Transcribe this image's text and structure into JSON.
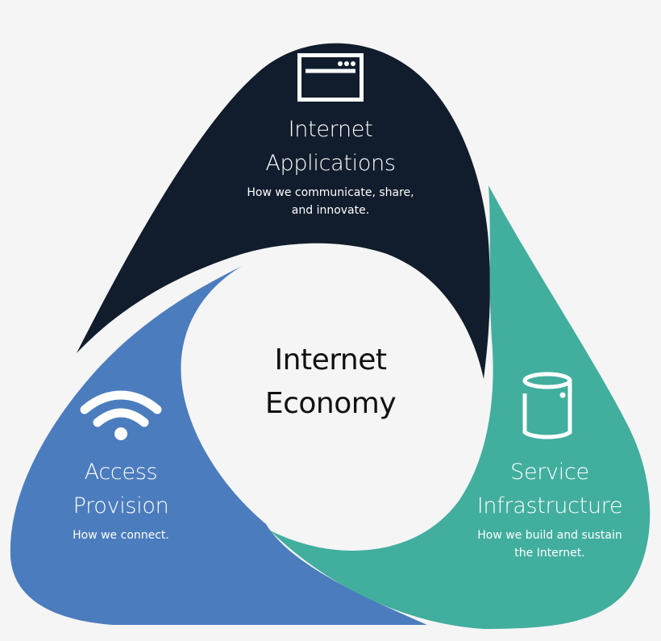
{
  "center": {
    "title_line1": "Internet",
    "title_line2": "Economy"
  },
  "segments": [
    {
      "id": "applications",
      "title_line1": "Internet",
      "title_line2": "Applications",
      "subtitle_line1": "How we communicate, share,",
      "subtitle_line2": "and innovate.",
      "icon": "browser-window-icon",
      "color": "#111d2c"
    },
    {
      "id": "access",
      "title_line1": "Access",
      "title_line2": "Provision",
      "subtitle_line1": "How we connect.",
      "subtitle_line2": "",
      "icon": "wifi-icon",
      "color": "#4b7cbd"
    },
    {
      "id": "infrastructure",
      "title_line1": "Service",
      "title_line2": "Infrastructure",
      "subtitle_line1": "How we build and sustain",
      "subtitle_line2": "the Internet.",
      "icon": "server-cylinder-icon",
      "color": "#42ae9e"
    }
  ],
  "colors": {
    "background": "#f5f5f6",
    "applications": "#111d2c",
    "access": "#4b7cbd",
    "infrastructure": "#42ae9e",
    "center_text": "#111111",
    "segment_text": "#ffffff"
  }
}
